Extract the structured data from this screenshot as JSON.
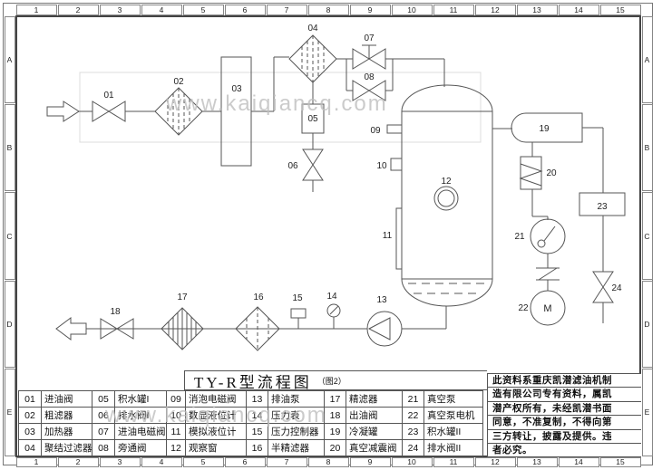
{
  "sheet": {
    "grid_cols": [
      "1",
      "2",
      "3",
      "4",
      "5",
      "6",
      "7",
      "8",
      "9",
      "10",
      "11",
      "12",
      "13",
      "14",
      "15"
    ],
    "grid_rows": [
      "A",
      "B",
      "C",
      "D",
      "E"
    ]
  },
  "watermark": {
    "text": "www.kaiqiancq.com"
  },
  "title": {
    "main": "TY-R型流程图",
    "sub": "（图2）"
  },
  "diagram": {
    "motor_letter": "M",
    "labels": {
      "L01": "01",
      "L02": "02",
      "L03": "03",
      "L04": "04",
      "L05": "05",
      "L06": "06",
      "L07": "07",
      "L08": "08",
      "L09": "09",
      "L10": "10",
      "L11": "11",
      "L12": "12",
      "L13": "13",
      "L14": "14",
      "L15": "15",
      "L16": "16",
      "L17": "17",
      "L18": "18",
      "L19": "19",
      "L20": "20",
      "L21": "21",
      "L22": "22",
      "L23": "23",
      "L24": "24"
    }
  },
  "parts_table": {
    "items": [
      {
        "no": "01",
        "name": "进油阀"
      },
      {
        "no": "02",
        "name": "粗滤器"
      },
      {
        "no": "03",
        "name": "加热器"
      },
      {
        "no": "04",
        "name": "聚结过滤器"
      },
      {
        "no": "05",
        "name": "积水罐I"
      },
      {
        "no": "06",
        "name": "排水阀I"
      },
      {
        "no": "07",
        "name": "进油电磁阀"
      },
      {
        "no": "08",
        "name": "旁通阀"
      },
      {
        "no": "09",
        "name": "消泡电磁阀"
      },
      {
        "no": "10",
        "name": "数显液位计"
      },
      {
        "no": "11",
        "name": "模拟液位计"
      },
      {
        "no": "12",
        "name": "观察窗"
      },
      {
        "no": "13",
        "name": "排油泵"
      },
      {
        "no": "14",
        "name": "压力表"
      },
      {
        "no": "15",
        "name": "压力控制器"
      },
      {
        "no": "16",
        "name": "半精滤器"
      },
      {
        "no": "17",
        "name": "精滤器"
      },
      {
        "no": "18",
        "name": "出油阀"
      },
      {
        "no": "19",
        "name": "冷凝罐"
      },
      {
        "no": "20",
        "name": "真空减震阀"
      },
      {
        "no": "21",
        "name": "真空泵"
      },
      {
        "no": "22",
        "name": "真空泵电机"
      },
      {
        "no": "23",
        "name": "积水罐II"
      },
      {
        "no": "24",
        "name": "排水阀II"
      }
    ]
  },
  "notice": {
    "lines": [
      "此资料系重庆凯潜滤油机制",
      "造有限公司专有资料，属凯",
      "潜产权所有，未经凯潜书面",
      "同意，不准复制，不得向第",
      "三方转让，披露及提供。违",
      "者必究。"
    ]
  }
}
